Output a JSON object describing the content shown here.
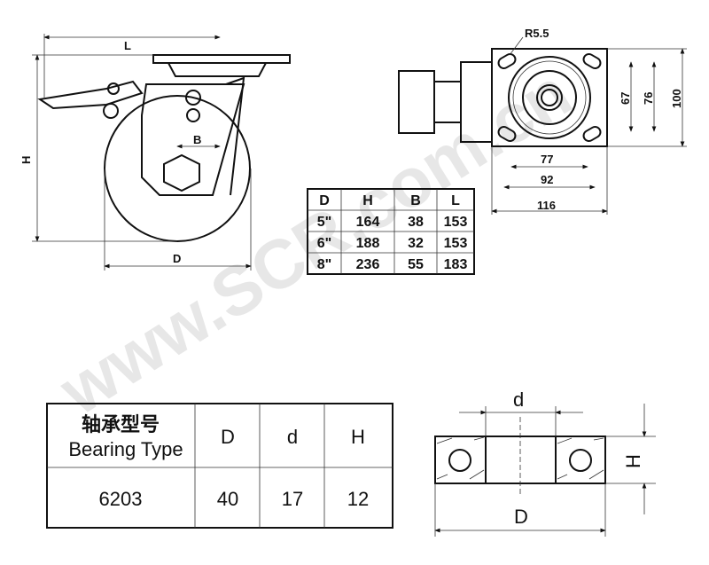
{
  "caster_side_view": {
    "dim_L": "L",
    "dim_H": "H",
    "dim_B": "B",
    "dim_D": "D"
  },
  "mounting_plate_view": {
    "slot_radius": "R5.5",
    "dim_67": "67",
    "dim_76": "76",
    "dim_100": "100",
    "dim_77": "77",
    "dim_92": "92",
    "dim_116": "116"
  },
  "size_table": {
    "headers": [
      "D",
      "H",
      "B",
      "L"
    ],
    "rows": [
      [
        "5\"",
        "164",
        "38",
        "153"
      ],
      [
        "6\"",
        "188",
        "32",
        "153"
      ],
      [
        "8\"",
        "236",
        "55",
        "183"
      ]
    ]
  },
  "bearing_table": {
    "header_cn": "轴承型号",
    "header_en": "Bearing Type",
    "headers": [
      "D",
      "d",
      "H"
    ],
    "row": [
      "6203",
      "40",
      "17",
      "12"
    ]
  },
  "bearing_view": {
    "dim_d": "d",
    "dim_H": "H",
    "dim_D": "D"
  },
  "watermark": "www.SCR.com.cn"
}
